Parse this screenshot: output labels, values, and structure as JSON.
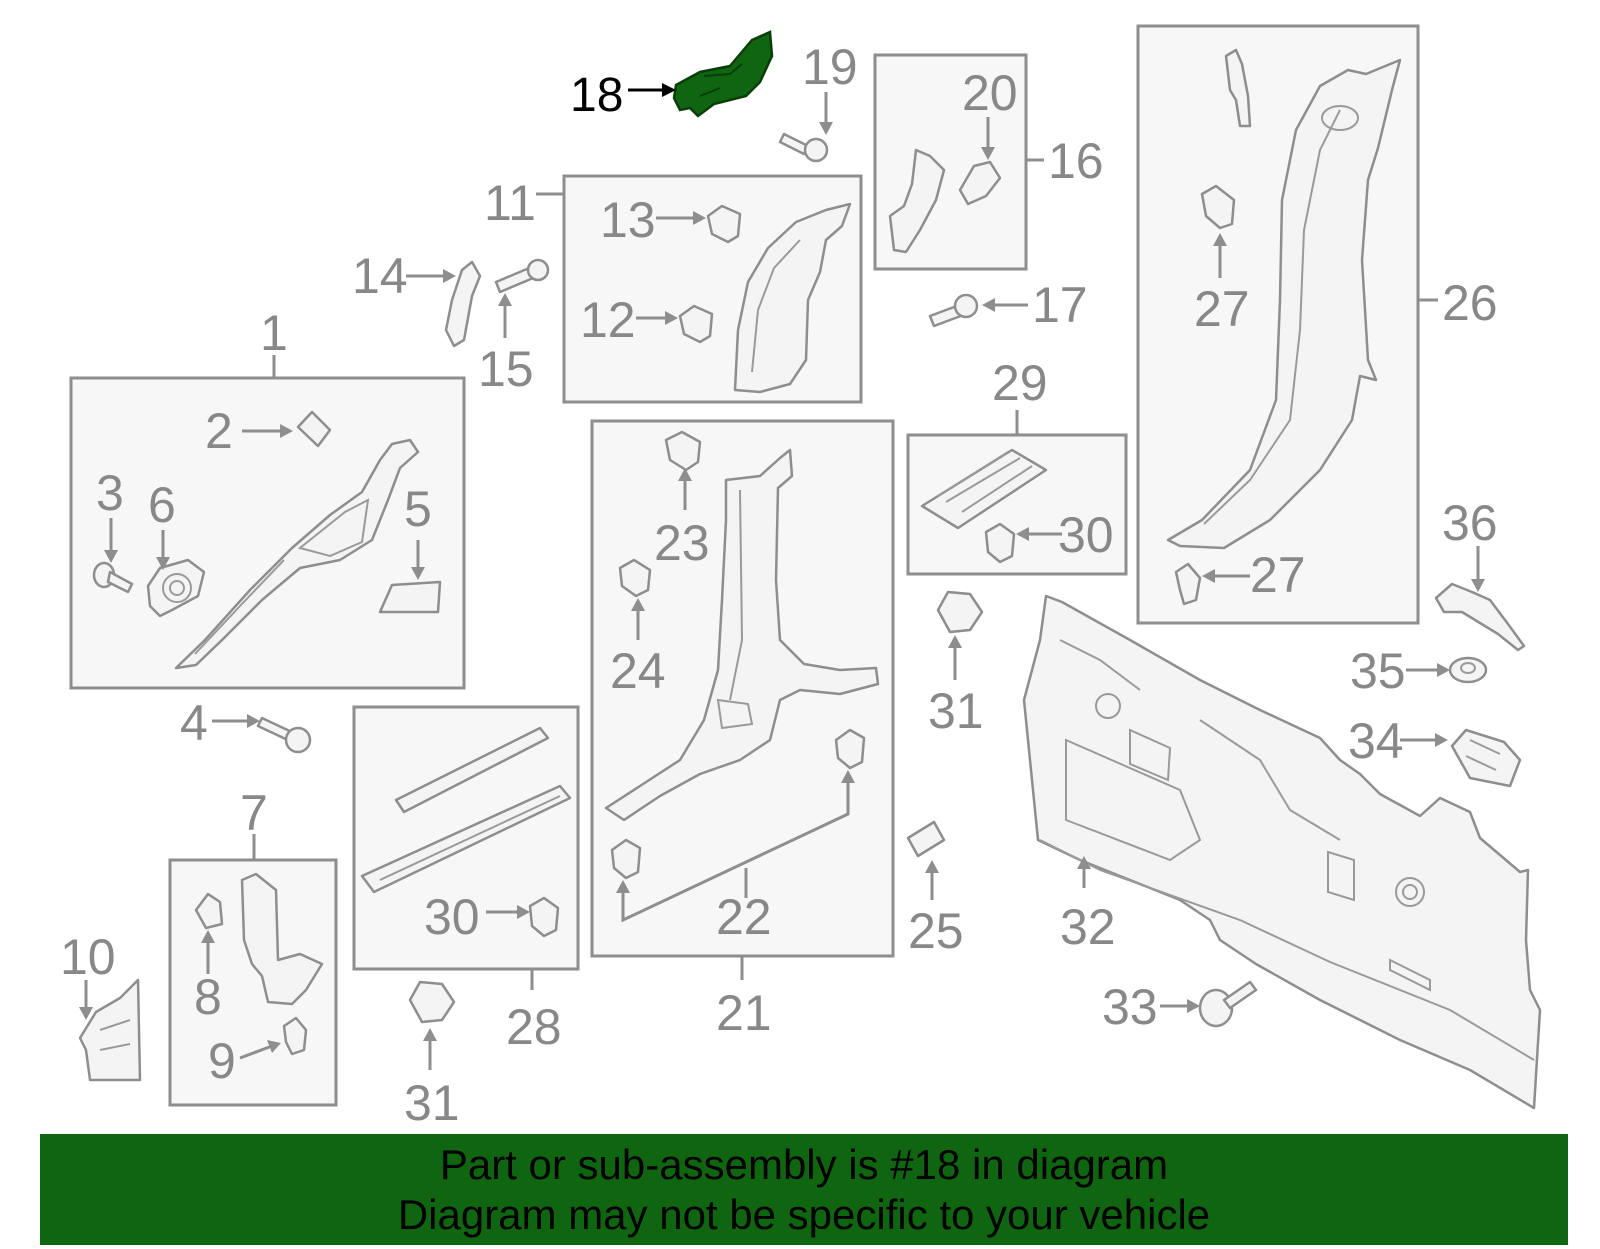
{
  "colors": {
    "highlight": "#106610",
    "line": "#8e8e8e",
    "box_fill": "#f7f7f7",
    "banner_background": "#106610",
    "banner_text": "#000000"
  },
  "diagram": {
    "highlighted_part": "18",
    "callouts": {
      "c1": "1",
      "c2": "2",
      "c3": "3",
      "c4": "4",
      "c5": "5",
      "c6": "6",
      "c7": "7",
      "c8": "8",
      "c9": "9",
      "c10": "10",
      "c11": "11",
      "c12": "12",
      "c13": "13",
      "c14": "14",
      "c15": "15",
      "c16": "16",
      "c17": "17",
      "c18": "18",
      "c19": "19",
      "c20": "20",
      "c21": "21",
      "c22": "22",
      "c23": "23",
      "c24": "24",
      "c25": "25",
      "c26": "26",
      "c27a": "27",
      "c27b": "27",
      "c28": "28",
      "c29": "29",
      "c30a": "30",
      "c30b": "30",
      "c31a": "31",
      "c31b": "31",
      "c32": "32",
      "c33": "33",
      "c34": "34",
      "c35": "35",
      "c36": "36"
    }
  },
  "banner": {
    "line1": "Part or sub-assembly is #18 in diagram",
    "line2": "Diagram may not be specific to your vehicle"
  }
}
